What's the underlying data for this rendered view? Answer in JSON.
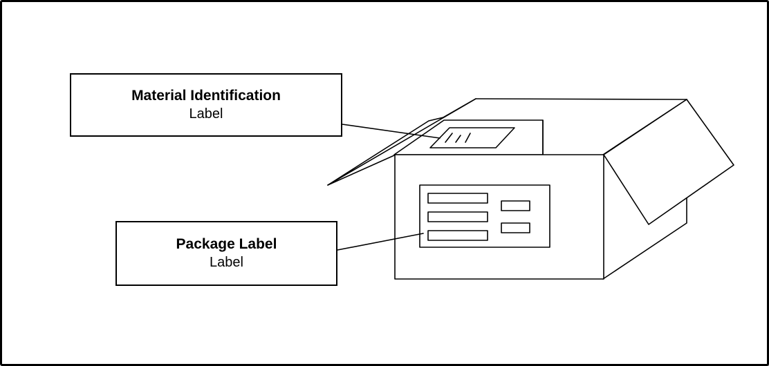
{
  "callouts": {
    "material_identification": {
      "title": "Material Identification",
      "subtitle": "Label"
    },
    "package": {
      "title": "Package Label",
      "subtitle": "Label"
    }
  },
  "colors": {
    "stroke": "#000000",
    "background": "#ffffff"
  }
}
